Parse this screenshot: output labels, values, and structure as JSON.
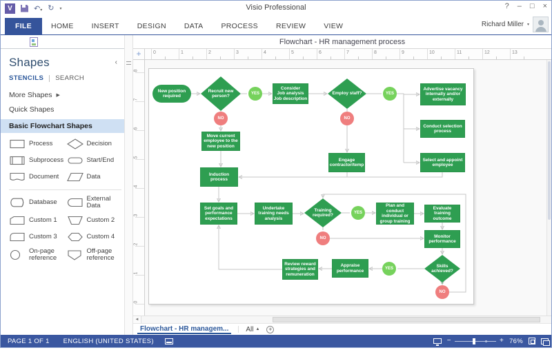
{
  "titlebar": {
    "app_title": "Visio Professional",
    "help": "?",
    "minimize": "–",
    "maximize": "□",
    "close": "×",
    "undo_glyph": "↶",
    "redo_glyph": "↻",
    "user_name": "Richard Miller"
  },
  "ribbon": {
    "tabs": [
      {
        "label": "FILE",
        "active": true
      },
      {
        "label": "HOME"
      },
      {
        "label": "INSERT"
      },
      {
        "label": "DESIGN"
      },
      {
        "label": "DATA"
      },
      {
        "label": "PROCESS"
      },
      {
        "label": "REVIEW"
      },
      {
        "label": "VIEW"
      }
    ]
  },
  "shapes_panel": {
    "title": "Shapes",
    "collapse_icon": "‹",
    "tab_stencils": "STENCILS",
    "tab_search": "SEARCH",
    "more_shapes": "More Shapes",
    "quick_shapes": "Quick Shapes",
    "active_stencil": "Basic Flowchart Shapes",
    "shapes": [
      "Process",
      "Decision",
      "Subprocess",
      "Start/End",
      "Document",
      "Data",
      "Database",
      "External Data",
      "Custom 1",
      "Custom 2",
      "Custom 3",
      "Custom 4",
      "On-page\nreference",
      "Off-page\nreference"
    ]
  },
  "document": {
    "title": "Flowchart - HR management process",
    "hruler": [
      "0",
      "1",
      "2",
      "3",
      "4",
      "5",
      "6",
      "7",
      "8",
      "9",
      "10",
      "11",
      "12",
      "13"
    ],
    "vruler": [
      "8",
      "7",
      "6",
      "5",
      "4",
      "3",
      "2",
      "1",
      "0"
    ],
    "corner_glyph": "+"
  },
  "flowchart": {
    "yes_label": "YES",
    "no_label": "NO",
    "nodes": [
      {
        "type": "start",
        "label": "New position\nrequired"
      },
      {
        "type": "decision",
        "label": "Recruit new\nperson?"
      },
      {
        "type": "process",
        "label": "Consider\nJob analysis\nJob description"
      },
      {
        "type": "decision",
        "label": "Employ staff?"
      },
      {
        "type": "process",
        "label": "Advertise vacancy\ninternally and/or\nexternally"
      },
      {
        "type": "process",
        "label": "Move current\nemployee to the\nnew position"
      },
      {
        "type": "process",
        "label": "Induction\nprocess"
      },
      {
        "type": "process",
        "label": "Engage\ncontractor/temp"
      },
      {
        "type": "process",
        "label": "Conduct selection\nprocess"
      },
      {
        "type": "process",
        "label": "Select and appoint\nemployee"
      },
      {
        "type": "process",
        "label": "Set goals and\nperformance\nexpectations"
      },
      {
        "type": "process",
        "label": "Undertake\ntraining needs\nanalysis"
      },
      {
        "type": "decision",
        "label": "Training\nrequired?"
      },
      {
        "type": "process",
        "label": "Plan and\nconduct\nindividual or\ngroup training"
      },
      {
        "type": "process",
        "label": "Evaluate training\noutcome"
      },
      {
        "type": "process",
        "label": "Monitor\nperformance"
      },
      {
        "type": "decision",
        "label": "Skills\nachieved?"
      },
      {
        "type": "process",
        "label": "Appraise\nperformance"
      },
      {
        "type": "process",
        "label": "Review reward\nstrategies and\nremuneration"
      }
    ]
  },
  "page_tabs": {
    "active_tab": "Flowchart - HR managem...",
    "all_label": "All",
    "all_caret": "▲",
    "add_icon": "+"
  },
  "status_bar": {
    "page_info": "PAGE 1 OF 1",
    "language": "ENGLISH (UNITED STATES)",
    "zoom_minus": "−",
    "zoom_plus": "+",
    "zoom_level": "76%"
  },
  "colors": {
    "accent_blue": "#3a57a0",
    "link_blue": "#2b579a",
    "shape_green": "#2e9e51",
    "yes_green": "#76d25c",
    "no_red": "#ef7e7e",
    "connector_gray": "#c6c6c6",
    "stencil_highlight": "#cfe0f3"
  }
}
